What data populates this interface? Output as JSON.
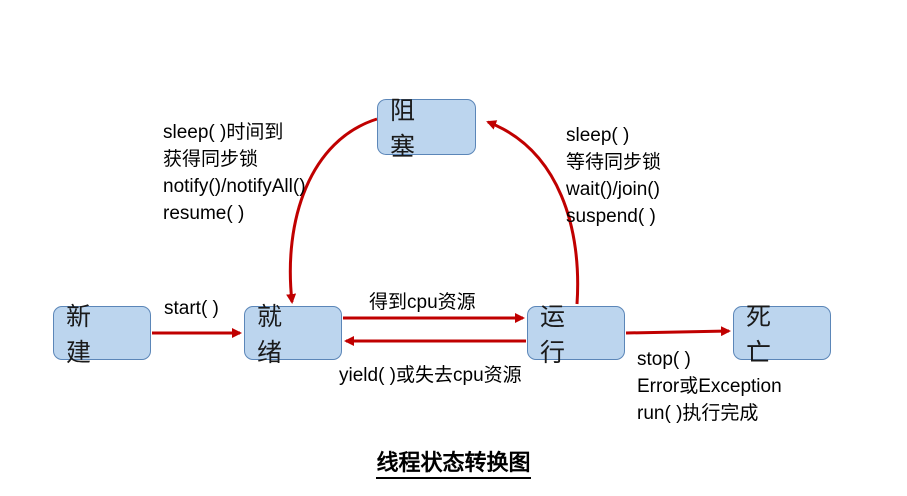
{
  "states": {
    "new": "新 建",
    "ready": "就 绪",
    "running": "运 行",
    "blocked": "阻 塞",
    "dead": "死 亡"
  },
  "transitions": {
    "blocked_to_ready": [
      "sleep( )时间到",
      "获得同步锁",
      "notify()/notifyAll()",
      "resume( )"
    ],
    "running_to_blocked": [
      "sleep( )",
      "等待同步锁",
      "wait()/join()",
      "suspend( )"
    ],
    "new_to_ready": "start( )",
    "ready_to_running": "得到cpu资源",
    "running_to_ready": "yield( )或失去cpu资源",
    "running_to_dead": [
      "stop( )",
      "Error或Exception",
      "run( )执行完成"
    ]
  },
  "caption": "线程状态转换图",
  "colors": {
    "arrow": "#c00000",
    "box_fill": "#bcd5ee",
    "box_border": "#5b86b8"
  }
}
